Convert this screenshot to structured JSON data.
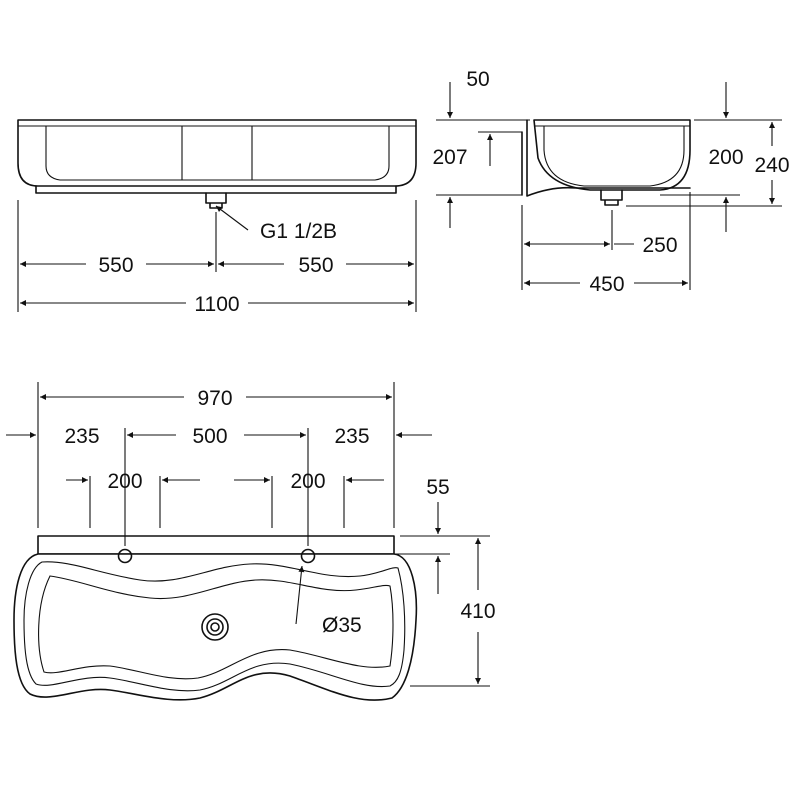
{
  "front_view": {
    "dim_total_width": "1100",
    "dim_left_half": "550",
    "dim_right_half": "550",
    "waste_thread_label": "G1 1/2B"
  },
  "side_view": {
    "dim_top_offset": "50",
    "dim_wall_height": "207",
    "dim_basin_height": "200",
    "dim_total_height": "240",
    "dim_waste_position": "250",
    "dim_depth": "450"
  },
  "top_view": {
    "dim_overall": "970",
    "dim_edge_left": "235",
    "dim_tap_spacing": "500",
    "dim_edge_right": "235",
    "dim_tap_zone_left": "200",
    "dim_tap_zone_right": "200",
    "dim_back_ledge": "55",
    "dim_depth": "410",
    "tap_hole_diameter": "Ø35"
  }
}
